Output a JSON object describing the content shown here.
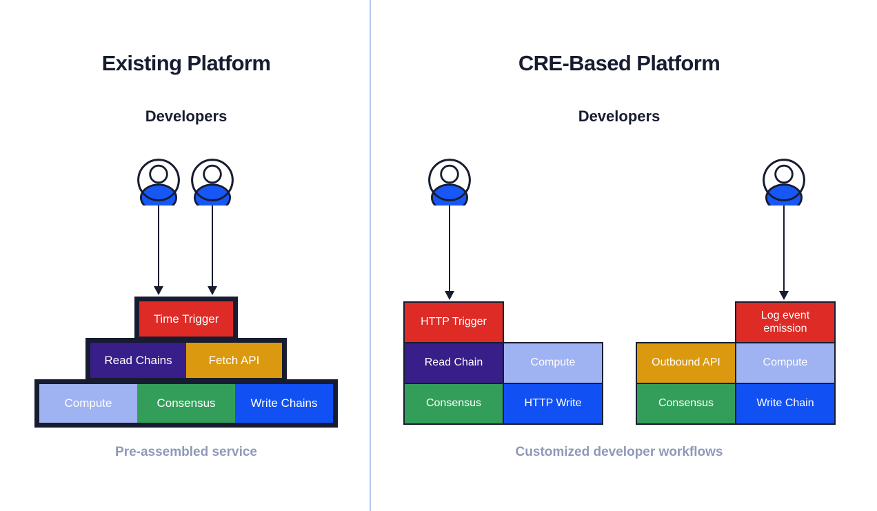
{
  "diagram": {
    "left": {
      "title": "Existing Platform",
      "subtitle": "Developers",
      "caption": "Pre-assembled service",
      "developer_count": 2,
      "pyramid_tiers": [
        {
          "blocks": [
            {
              "label": "Time Trigger",
              "color": "red"
            }
          ]
        },
        {
          "blocks": [
            {
              "label": "Read Chains",
              "color": "purple"
            },
            {
              "label": "Fetch API",
              "color": "orange"
            }
          ]
        },
        {
          "blocks": [
            {
              "label": "Compute",
              "color": "periwinkle"
            },
            {
              "label": "Consensus",
              "color": "green"
            },
            {
              "label": "Write Chains",
              "color": "blue"
            }
          ]
        }
      ]
    },
    "right": {
      "title": "CRE-Based Platform",
      "subtitle": "Developers",
      "caption": "Customized developer workflows",
      "workflows": [
        {
          "rows": [
            [
              {
                "label": "HTTP Trigger",
                "color": "red"
              },
              null
            ],
            [
              {
                "label": "Read Chain",
                "color": "purple"
              },
              {
                "label": "Compute",
                "color": "periwinkle"
              }
            ],
            [
              {
                "label": "Consensus",
                "color": "green"
              },
              {
                "label": "HTTP Write",
                "color": "blue"
              }
            ]
          ]
        },
        {
          "rows": [
            [
              null,
              {
                "label": "Log event emission",
                "color": "red"
              }
            ],
            [
              {
                "label": "Outbound API",
                "color": "orange"
              },
              {
                "label": "Compute",
                "color": "periwinkle"
              }
            ],
            [
              {
                "label": "Consensus",
                "color": "green"
              },
              {
                "label": "Write Chain",
                "color": "blue"
              }
            ]
          ]
        }
      ]
    }
  },
  "icons": {
    "developer": "developer-icon",
    "arrow": "arrow-down-icon"
  },
  "colors": {
    "red": "#DE2B26",
    "purple": "#371E88",
    "orange": "#DB990F",
    "periwinkle": "#9FB2F1",
    "green": "#339E59",
    "blue": "#1150F2",
    "torso_blue": "#1657F5",
    "frame_dark": "#171C30",
    "caption_text": "#8D99B7",
    "divider": "#B5C6EE",
    "block_text": "#FFFFFF"
  }
}
